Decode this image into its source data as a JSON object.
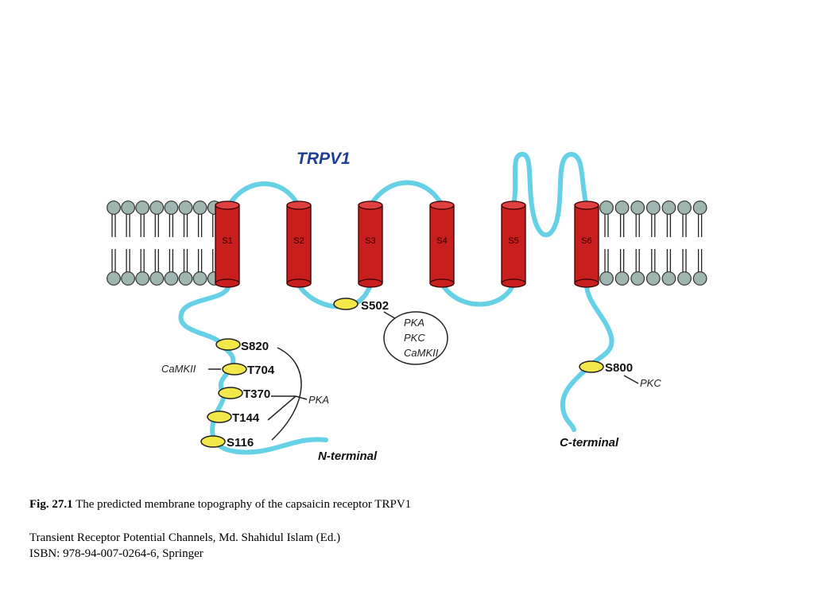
{
  "diagram": {
    "title": "TRPV1",
    "segments": [
      "S1",
      "S2",
      "S3",
      "S4",
      "S5",
      "S6"
    ],
    "sites": [
      {
        "label": "S502",
        "kinases": [
          "PKA",
          "PKC",
          "CaMKII"
        ]
      },
      {
        "label": "S820"
      },
      {
        "label": "T704",
        "kinase": "CaMKII"
      },
      {
        "label": "T370"
      },
      {
        "label": "T144"
      },
      {
        "label": "S116"
      },
      {
        "label": "S800",
        "kinase": "PKC"
      }
    ],
    "pka_label": "PKA",
    "n_terminal": "N-terminal",
    "c_terminal": "C-terminal",
    "colors": {
      "chain": "#66d0e6",
      "helix": "#c81e1e",
      "site": "#f2e84a",
      "lipid_head": "#9fb5b0",
      "title": "#1f3f95"
    }
  },
  "caption": {
    "label": "Fig. 27.1",
    "text": " The predicted membrane topography of the capsaicin receptor TRPV1"
  },
  "source": {
    "line1": "Transient Receptor Potential Channels, Md. Shahidul Islam (Ed.)",
    "line2": "ISBN: 978-94-007-0264-6, Springer"
  }
}
